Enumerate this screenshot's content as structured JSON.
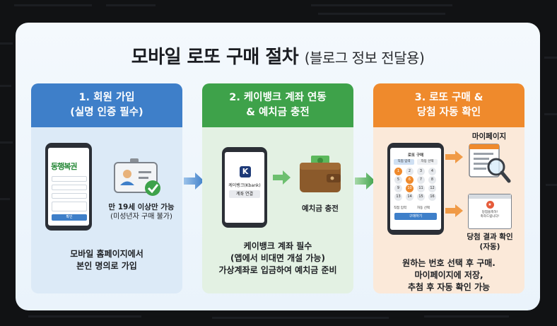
{
  "title": {
    "main": "모바일 로또 구매 절차",
    "sub": "(블로그 정보 전달용)"
  },
  "steps": [
    {
      "heading1": "1. 회원 가입",
      "heading2": "(실명 인증 필수)",
      "logo": "동행복권",
      "phone_button": "확인",
      "id_label1": "만 19세 이상만 가능",
      "id_label2": "(미성년자 구매 불가)",
      "desc1": "모바일 홈페이지에서",
      "desc2": "본인 명의로 가입"
    },
    {
      "heading1": "2. 케이뱅크 계좌 연동",
      "heading2": "& 예치금 충전",
      "bank_badge": "K",
      "bank_name": "케이뱅크(Kbank)",
      "bank_button": "계좌 연결",
      "wallet_label": "예치금 충전",
      "desc1": "케이뱅크 계좌 필수",
      "desc2": "(앱에서 비대면 개설 가능)",
      "desc3": "가상계좌로 입금하여 예치금 준비"
    },
    {
      "heading1": "3. 로또 구매 &",
      "heading2": "당첨 자동 확인",
      "phone_title": "로또 구매",
      "phone_tab1": "직접 입력",
      "phone_tab2": "자동 선택",
      "numbers": [
        "1",
        "2",
        "3",
        "4",
        "5",
        "6",
        "7",
        "8",
        "9",
        "10",
        "11",
        "12",
        "13",
        "14",
        "15",
        "16"
      ],
      "phone_opt1": "직접 입력",
      "phone_opt2": "자동 선택",
      "phone_buy": "구매하기",
      "mypage_label": "마이페이지",
      "win_text1": "당첨을축하!",
      "win_text2": "축하드립니다!",
      "result_label1": "당첨 결과 확인",
      "result_label2": "(자동)",
      "desc1": "원하는 번호 선택 후 구매.",
      "desc2": "마이페이지에 저장,",
      "desc3": "추첨 후 자동 확인 가능"
    }
  ],
  "colors": {
    "step1": "#3e7fc9",
    "step2": "#3ea24a",
    "step3": "#ef8a2c"
  }
}
